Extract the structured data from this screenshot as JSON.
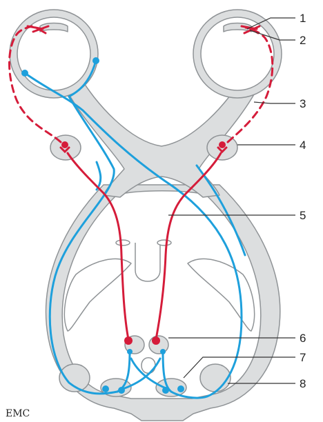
{
  "diagram": {
    "callouts": [
      "1",
      "2",
      "3",
      "4",
      "5",
      "6",
      "7",
      "8"
    ],
    "logo_text": "EMC",
    "colors": {
      "structure_fill": "#dcdedf",
      "structure_stroke": "#8f9396",
      "red_pathway": "#d51c3a",
      "blue_pathway": "#1ea0dc",
      "leader_line": "#333333"
    }
  }
}
